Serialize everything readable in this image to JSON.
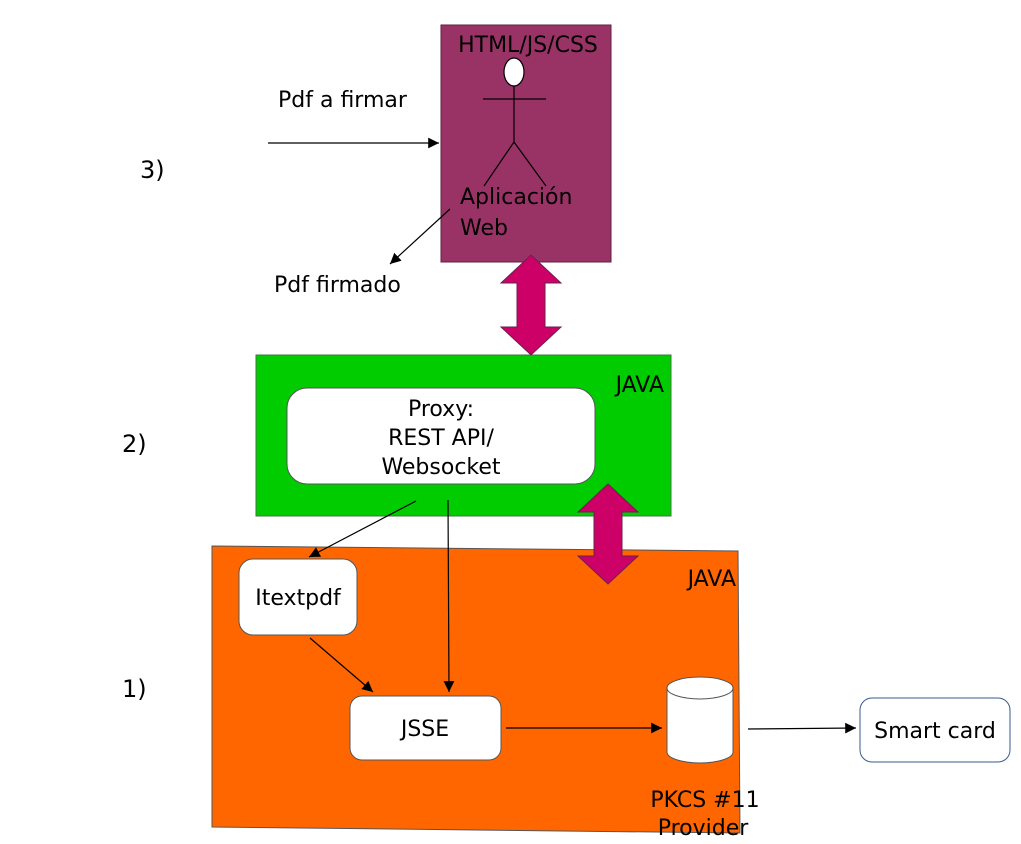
{
  "labels": {
    "layer3": "3)",
    "layer2": "2)",
    "layer1": "1)",
    "input_pdf": "Pdf a firmar",
    "output_pdf": "Pdf firmado"
  },
  "web_box": {
    "title": "HTML/JS/CSS",
    "actor_line1": "Aplicación",
    "actor_line2": "Web",
    "color": "#993366"
  },
  "proxy_box": {
    "tag": "JAVA",
    "line1": "Proxy:",
    "line2": "REST API/",
    "line3": "Websocket",
    "color": "#00cc00"
  },
  "core_box": {
    "tag": "JAVA",
    "itext": "Itextpdf",
    "jsse": "JSSE",
    "pkcs_line1": "PKCS #11",
    "pkcs_line2": "Provider",
    "color": "#ff6600"
  },
  "smartcard": "Smart card",
  "colors": {
    "double_arrow": "#cc0066",
    "stroke": "#000000"
  },
  "icons": [
    "actor-icon",
    "cylinder-icon",
    "double-arrow-icon"
  ]
}
